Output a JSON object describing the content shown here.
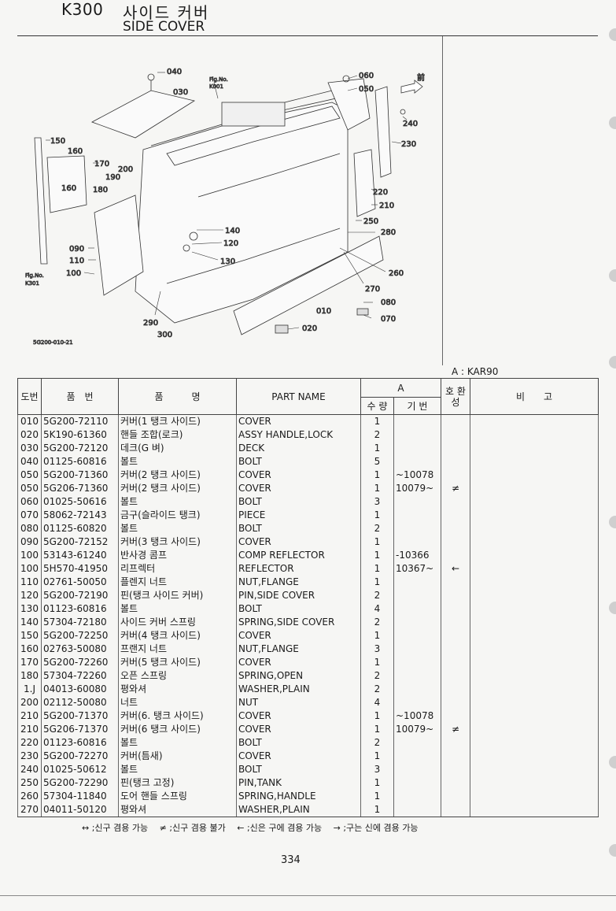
{
  "header": {
    "code": "K300",
    "title_ko": "사이드 커버",
    "title_en": "SIDE COVER"
  },
  "diagram": {
    "callouts": {
      "c040": "040",
      "c030": "030",
      "fig_k001_1": "Fig.No.",
      "fig_k001_2": "K001",
      "c060": "060",
      "c050": "050",
      "front": "前",
      "c240": "240",
      "c230": "230",
      "c150": "150",
      "c160a": "160",
      "c170": "170",
      "c200": "200",
      "c190": "190",
      "c160b": "160",
      "c180": "180",
      "c220": "220",
      "c210": "210",
      "c250": "250",
      "c280": "280",
      "c140": "140",
      "c120": "120",
      "c130": "130",
      "c090": "090",
      "c110": "110",
      "c100": "100",
      "fig_k301_1": "Fig.No.",
      "fig_k301_2": "K301",
      "c260": "260",
      "c270": "270",
      "c080": "080",
      "c070": "070",
      "c010": "010",
      "c290": "290",
      "c300": "300",
      "c020": "020",
      "drawing_no": "5G200-010-21"
    }
  },
  "model_label": "A : KAR90",
  "table": {
    "headers": {
      "no": "도번",
      "part_number": "품　번",
      "name_ko": "품　　　명",
      "part_name": "PART  NAME",
      "group_a": "A",
      "qty": "수 량",
      "serial": "기 번",
      "compat": "호 환 성",
      "remarks": "비　　고"
    },
    "rows": [
      {
        "no": "010",
        "pn": "5G200-72110",
        "ko": "커버(1 탱크 사이드)",
        "en": "COVER",
        "qty": "1",
        "serial": "",
        "compat": ""
      },
      {
        "no": "020",
        "pn": "5K190-61360",
        "ko": "핸들 조합(로크)",
        "en": "ASSY HANDLE,LOCK",
        "qty": "2",
        "serial": "",
        "compat": ""
      },
      {
        "no": "030",
        "pn": "5G200-72120",
        "ko": "데크(G 벼)",
        "en": "DECK",
        "qty": "1",
        "serial": "",
        "compat": ""
      },
      {
        "no": "040",
        "pn": "01125-60816",
        "ko": "볼트",
        "en": "BOLT",
        "qty": "5",
        "serial": "",
        "compat": ""
      },
      {
        "no": "050",
        "pn": "5G200-71360",
        "ko": "커버(2 탱크 사이드)",
        "en": "COVER",
        "qty": "1",
        "serial": "~10078",
        "compat": ""
      },
      {
        "no": "050",
        "pn": "5G206-71360",
        "ko": "커버(2 탱크 사이드)",
        "en": "COVER",
        "qty": "1",
        "serial": "10079~",
        "compat": "≠"
      },
      {
        "no": "060",
        "pn": "01025-50616",
        "ko": "볼트",
        "en": "BOLT",
        "qty": "3",
        "serial": "",
        "compat": ""
      },
      {
        "no": "070",
        "pn": "58062-72143",
        "ko": "금구(슬라이드 탱크)",
        "en": "PIECE",
        "qty": "1",
        "serial": "",
        "compat": ""
      },
      {
        "no": "080",
        "pn": "01125-60820",
        "ko": "볼트",
        "en": "BOLT",
        "qty": "2",
        "serial": "",
        "compat": ""
      },
      {
        "no": "090",
        "pn": "5G200-72152",
        "ko": "커버(3 탱크 사이드)",
        "en": "COVER",
        "qty": "1",
        "serial": "",
        "compat": ""
      },
      {
        "no": "100",
        "pn": "53143-61240",
        "ko": "반사경 콤프",
        "en": "COMP REFLECTOR",
        "qty": "1",
        "serial": "-10366",
        "compat": ""
      },
      {
        "no": "100",
        "pn": "5H570-41950",
        "ko": "리프렉터",
        "en": "REFLECTOR",
        "qty": "1",
        "serial": "10367~",
        "compat": "←"
      },
      {
        "no": "110",
        "pn": "02761-50050",
        "ko": "플렌지 너트",
        "en": "NUT,FLANGE",
        "qty": "1",
        "serial": "",
        "compat": ""
      },
      {
        "no": "120",
        "pn": "5G200-72190",
        "ko": "핀(탱크 사이드 커버)",
        "en": "PIN,SIDE COVER",
        "qty": "2",
        "serial": "",
        "compat": ""
      },
      {
        "no": "130",
        "pn": "01123-60816",
        "ko": "볼트",
        "en": "BOLT",
        "qty": "4",
        "serial": "",
        "compat": ""
      },
      {
        "no": "140",
        "pn": "57304-72180",
        "ko": "사이드 커버 스프링",
        "en": "SPRING,SIDE COVER",
        "qty": "2",
        "serial": "",
        "compat": ""
      },
      {
        "no": "150",
        "pn": "5G200-72250",
        "ko": "커버(4 탱크 사이드)",
        "en": "COVER",
        "qty": "1",
        "serial": "",
        "compat": ""
      },
      {
        "no": "160",
        "pn": "02763-50080",
        "ko": "프랜지 너트",
        "en": "NUT,FLANGE",
        "qty": "3",
        "serial": "",
        "compat": ""
      },
      {
        "no": "170",
        "pn": "5G200-72260",
        "ko": "커버(5 탱크 사이드)",
        "en": "COVER",
        "qty": "1",
        "serial": "",
        "compat": ""
      },
      {
        "no": "180",
        "pn": "57304-72260",
        "ko": "오픈 스프링",
        "en": "SPRING,OPEN",
        "qty": "2",
        "serial": "",
        "compat": ""
      },
      {
        "no": "1.J",
        "pn": "04013-60080",
        "ko": "평와셔",
        "en": "WASHER,PLAIN",
        "qty": "2",
        "serial": "",
        "compat": ""
      },
      {
        "no": "200",
        "pn": "02112-50080",
        "ko": "너트",
        "en": "NUT",
        "qty": "4",
        "serial": "",
        "compat": ""
      },
      {
        "no": "210",
        "pn": "5G200-71370",
        "ko": "커버(6. 탱크 사이드)",
        "en": "COVER",
        "qty": "1",
        "serial": "~10078",
        "compat": ""
      },
      {
        "no": "210",
        "pn": "5G206-71370",
        "ko": "커버(6 탱크 사이드)",
        "en": "COVER",
        "qty": "1",
        "serial": "10079~",
        "compat": "≠"
      },
      {
        "no": "220",
        "pn": "01123-60816",
        "ko": "볼트",
        "en": "BOLT",
        "qty": "2",
        "serial": "",
        "compat": ""
      },
      {
        "no": "230",
        "pn": "5G200-72270",
        "ko": "커버(틈새)",
        "en": "COVER",
        "qty": "1",
        "serial": "",
        "compat": ""
      },
      {
        "no": "240",
        "pn": "01025-50612",
        "ko": "볼트",
        "en": "BOLT",
        "qty": "3",
        "serial": "",
        "compat": ""
      },
      {
        "no": "250",
        "pn": "5G200-72290",
        "ko": "핀(탱크 고정)",
        "en": "PIN,TANK",
        "qty": "1",
        "serial": "",
        "compat": ""
      },
      {
        "no": "260",
        "pn": "57304-11840",
        "ko": "도어 핸들 스프링",
        "en": "SPRING,HANDLE",
        "qty": "1",
        "serial": "",
        "compat": ""
      },
      {
        "no": "270",
        "pn": "04011-50120",
        "ko": "평와셔",
        "en": "WASHER,PLAIN",
        "qty": "1",
        "serial": "",
        "compat": ""
      }
    ]
  },
  "legend": "↔ ;신구 겸용 가능　 ≠ ;신구 겸용 불가　 ← ;신은 구에 겸용 가능　 → ;구는 신에 겸용 가능",
  "page_number": "334"
}
